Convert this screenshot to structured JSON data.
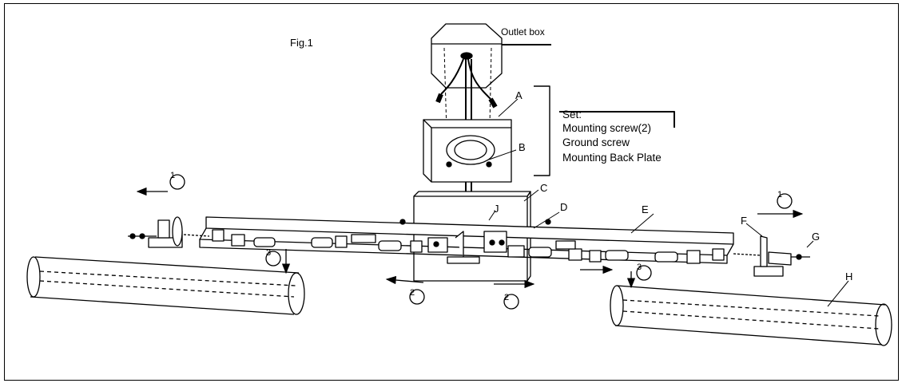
{
  "figure": {
    "title": "Fig.1"
  },
  "labels": {
    "outlet_box": "Outlet box",
    "A": "A",
    "B": "B",
    "C": "C",
    "D": "D",
    "E": "E",
    "F": "F",
    "G": "G",
    "H": "H",
    "J": "J"
  },
  "set_list": {
    "heading": "Set:",
    "items": [
      "Mounting screw(2)",
      "Ground screw",
      "Mounting Back Plate"
    ]
  },
  "steps": {
    "left_top": "1",
    "right_top": "1",
    "left_drop": "3",
    "right_drop": "3",
    "center_left": "2",
    "center_right": "2"
  }
}
